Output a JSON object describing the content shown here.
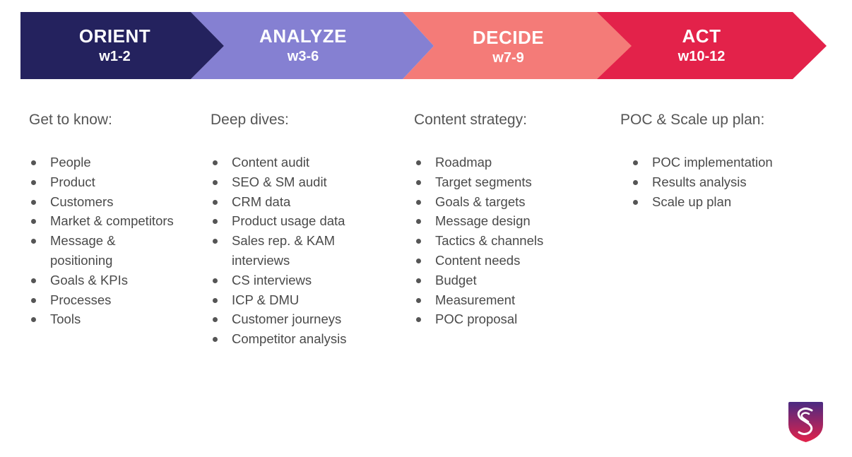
{
  "colors": {
    "orient": "#24225e",
    "analyze": "#8580d2",
    "decide": "#f47b78",
    "act": "#e3224a",
    "logo_top": "#4a2a82",
    "logo_bottom": "#e3224a"
  },
  "phases": [
    {
      "name": "ORIENT",
      "weeks": "w1-2"
    },
    {
      "name": "ANALYZE",
      "weeks": "w3-6"
    },
    {
      "name": "DECIDE",
      "weeks": "w7-9"
    },
    {
      "name": "ACT",
      "weeks": "w10-12"
    }
  ],
  "columns": [
    {
      "heading": "Get to know:",
      "items": [
        "People",
        "Product",
        "Customers",
        "Market & competitors",
        "Message &",
        "positioning",
        "Goals & KPIs",
        "Processes",
        "Tools"
      ]
    },
    {
      "heading": "Deep dives:",
      "items": [
        "Content audit",
        "SEO & SM audit",
        "CRM data",
        "Product usage data",
        "Sales rep. & KAM",
        "interviews",
        "CS interviews",
        "ICP & DMU",
        "Customer journeys",
        "Competitor analysis"
      ]
    },
    {
      "heading": "Content strategy:",
      "items": [
        "Roadmap",
        "Target segments",
        "Goals & targets",
        "Message design",
        "Tactics & channels",
        "Content needs",
        "Budget",
        "Measurement",
        "POC proposal"
      ]
    },
    {
      "heading": "POC & Scale up plan:",
      "items": [
        "POC implementation",
        "Results analysis",
        "Scale up plan"
      ]
    }
  ],
  "logo": {
    "icon": "s-monogram-shield-icon"
  }
}
